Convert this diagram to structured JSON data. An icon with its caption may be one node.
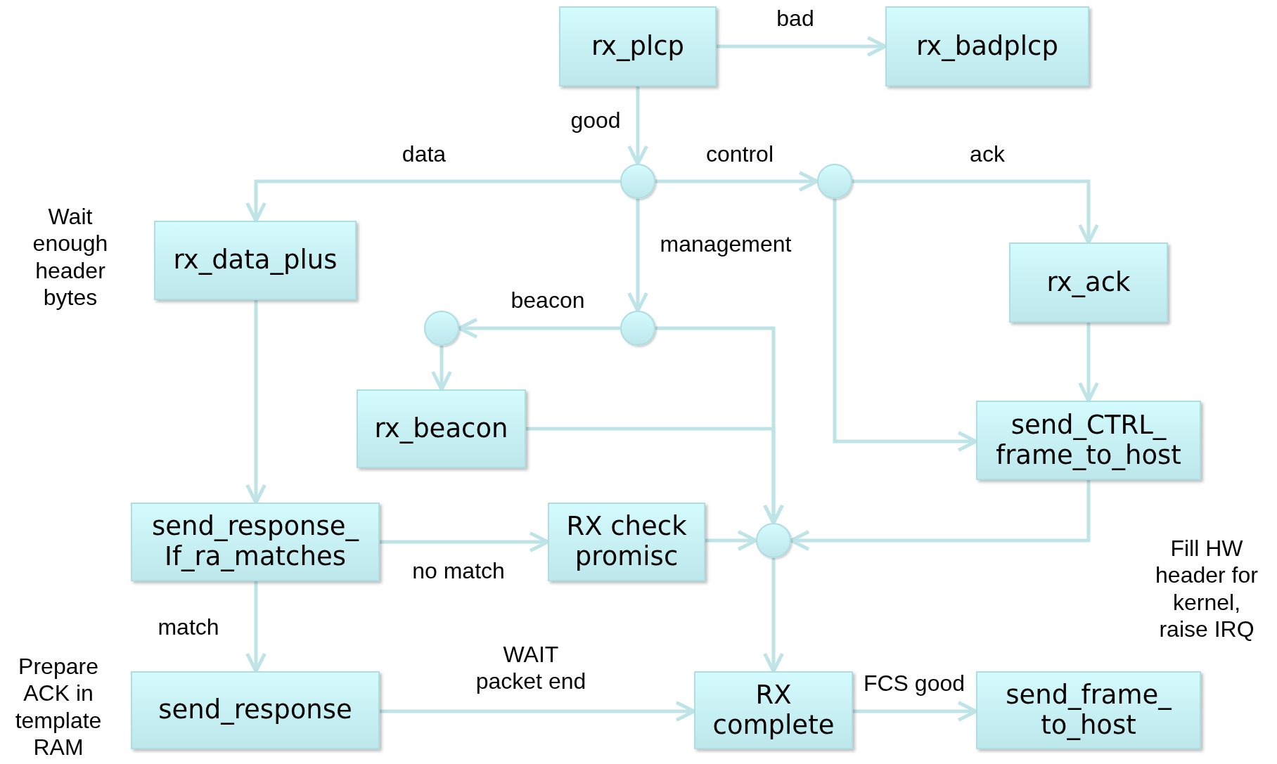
{
  "diagram": {
    "nodes": [
      {
        "text": [
          "rx_plcp"
        ]
      },
      {
        "text": [
          "rx_badplcp"
        ]
      },
      {
        "text": [],
        "shape": "circle"
      },
      {
        "text": [],
        "shape": "circle"
      },
      {
        "text": [
          "rx_data_plus"
        ]
      },
      {
        "text": [
          "rx_ack"
        ]
      },
      {
        "text": [],
        "shape": "circle"
      },
      {
        "text": [],
        "shape": "circle"
      },
      {
        "text": [
          "rx_beacon"
        ]
      },
      {
        "text": [
          "send_CTRL_ frame_to_host"
        ]
      },
      {
        "text": [
          "send_response_ If_ra_matches"
        ]
      },
      {
        "text": [
          "RX check promisc"
        ]
      },
      {
        "text": [],
        "shape": "circle"
      },
      {
        "text": [
          "send_response"
        ]
      },
      {
        "text": [
          "RX complete"
        ]
      },
      {
        "text": [
          "send_frame_ to_host"
        ]
      }
    ],
    "edges": [
      {
        "from": 0,
        "to": 1,
        "arrow": "to",
        "label": "bad"
      },
      {
        "from": 0,
        "to": 2,
        "arrow": "to",
        "label": "good"
      },
      {
        "from": 2,
        "to": 4,
        "arrow": "to",
        "label": "data"
      },
      {
        "from": 2,
        "to": 3,
        "arrow": "to",
        "label": "control"
      },
      {
        "from": 2,
        "to": 6,
        "arrow": "to",
        "label": "management"
      },
      {
        "from": 3,
        "to": 5,
        "arrow": "to",
        "label": "ack"
      },
      {
        "from": 3,
        "to": 9,
        "arrow": "to"
      },
      {
        "from": 6,
        "to": 7,
        "arrow": "to",
        "label": "beacon"
      },
      {
        "from": 7,
        "to": 8,
        "arrow": "to"
      },
      {
        "from": 6,
        "to": 12,
        "arrow": "to"
      },
      {
        "from": 8,
        "to": 12,
        "arrow": "to"
      },
      {
        "from": 4,
        "to": 10,
        "arrow": "to"
      },
      {
        "from": 5,
        "to": 9,
        "arrow": "to"
      },
      {
        "from": 9,
        "to": 12,
        "arrow": "to"
      },
      {
        "from": 10,
        "to": 11,
        "arrow": "to",
        "label": "no match"
      },
      {
        "from": 11,
        "to": 12,
        "arrow": "to"
      },
      {
        "from": 10,
        "to": 13,
        "arrow": "to",
        "label": "match"
      },
      {
        "from": 12,
        "to": 14,
        "arrow": "to"
      },
      {
        "from": 13,
        "to": 14,
        "arrow": "to",
        "label": "WAIT packet end"
      },
      {
        "from": 14,
        "to": 15,
        "arrow": "to",
        "label": "FCS good"
      }
    ],
    "labels": [
      "Wait enough header bytes",
      "Fill HW header for kernel, raise IRQ",
      "Prepare ACK in template RAM"
    ]
  }
}
